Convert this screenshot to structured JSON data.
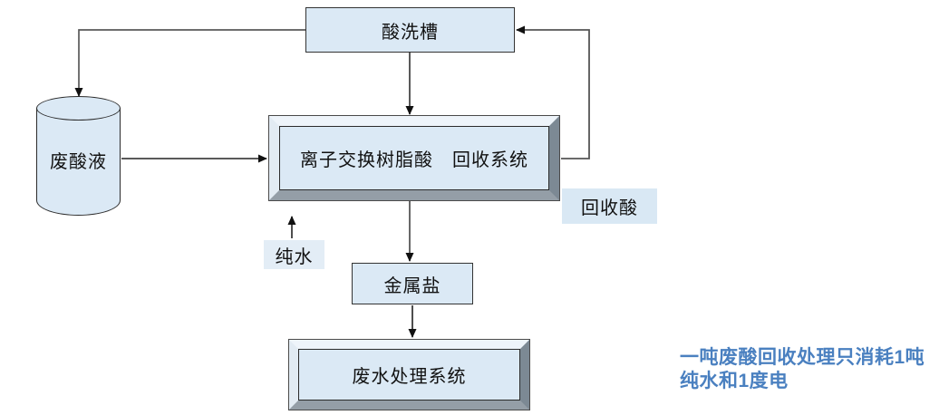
{
  "diagram": {
    "nodes": {
      "acid_wash_tank": "酸洗槽",
      "waste_acid": "废酸液",
      "ion_exchange_system": "离子交换树脂酸　回收系统",
      "recovered_acid": "回收酸",
      "pure_water": "纯水",
      "metal_salt": "金属盐",
      "wastewater_system": "废水处理系统"
    },
    "annotation": "一吨废酸回收处理只消耗1吨\n纯水和1度电",
    "colors": {
      "node_fill": "#dbe9f5",
      "label_fill": "#d9e8f4",
      "bevel_light": "#eef4fa",
      "bevel_dark": "#7c8994",
      "annotation_text": "#4a80c0",
      "line_gray": "#595959",
      "line_dark": "#222222"
    }
  }
}
